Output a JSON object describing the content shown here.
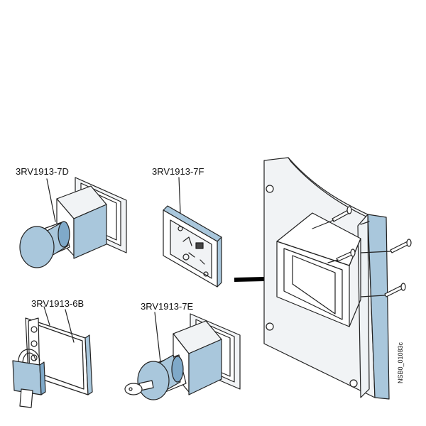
{
  "labels": {
    "label_7d": "3RV1913-7D",
    "label_7f": "3RV1913-7F",
    "label_6b": "3RV1913-6B",
    "label_7e": "3RV1913-7E",
    "figure_code": "NSB0_01083c"
  },
  "colors": {
    "accent_blue": "#a9c7dc",
    "line": "#222222",
    "background": "#ffffff"
  },
  "icons": [
    "padlock-icon",
    "key-icon",
    "arrow-right-icon",
    "screw-icon"
  ]
}
